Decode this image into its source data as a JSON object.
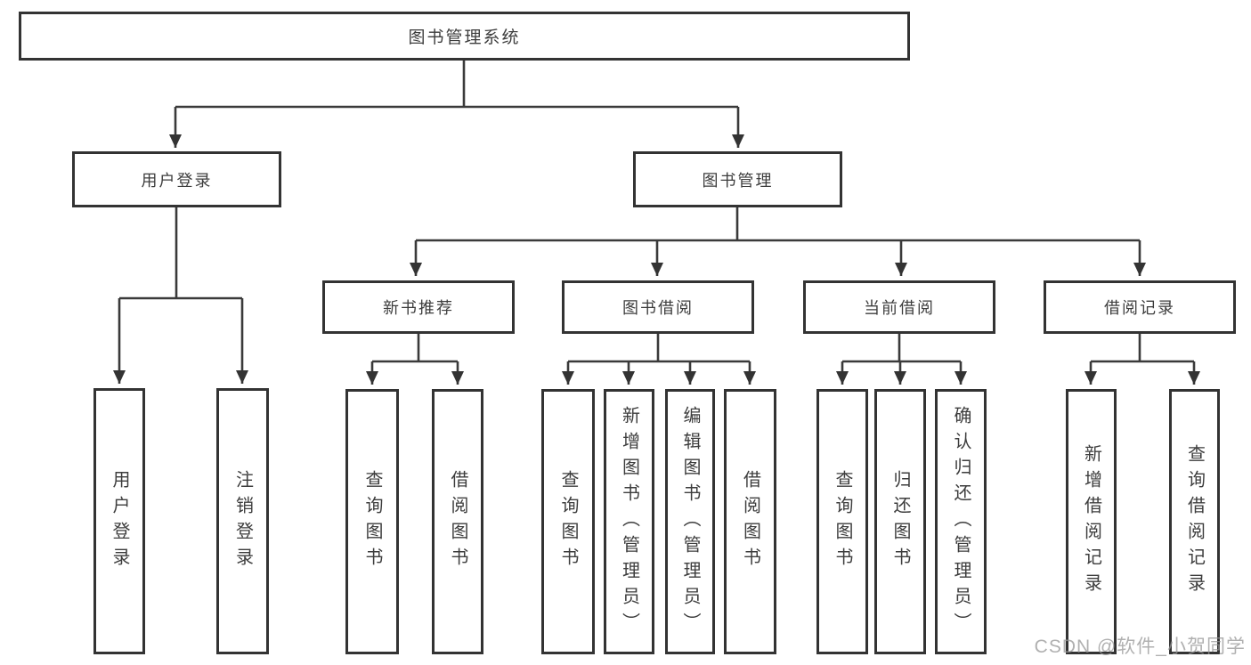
{
  "tree": {
    "label": "图书管理系统",
    "children": [
      {
        "label": "用户登录",
        "children": [
          {
            "label": "用户登录"
          },
          {
            "label": "注销登录"
          }
        ]
      },
      {
        "label": "图书管理",
        "children": [
          {
            "label": "新书推荐",
            "children": [
              {
                "label": "查询图书"
              },
              {
                "label": "借阅图书"
              }
            ]
          },
          {
            "label": "图书借阅",
            "children": [
              {
                "label": "查询图书"
              },
              {
                "label": "新增图书（管理员）"
              },
              {
                "label": "编辑图书（管理员）"
              },
              {
                "label": "借阅图书"
              }
            ]
          },
          {
            "label": "当前借阅",
            "children": [
              {
                "label": "查询图书"
              },
              {
                "label": "归还图书"
              },
              {
                "label": "确认归还（管理员）"
              }
            ]
          },
          {
            "label": "借阅记录",
            "children": [
              {
                "label": "新增借阅记录"
              },
              {
                "label": "查询借阅记录"
              }
            ]
          }
        ]
      }
    ]
  },
  "watermark": "CSDN @软件_小贺同学",
  "colors": {
    "line": "#3a3a3a",
    "border": "#333333",
    "text": "#3d3d3d",
    "watermark": "#969696",
    "background": "#ffffff"
  }
}
